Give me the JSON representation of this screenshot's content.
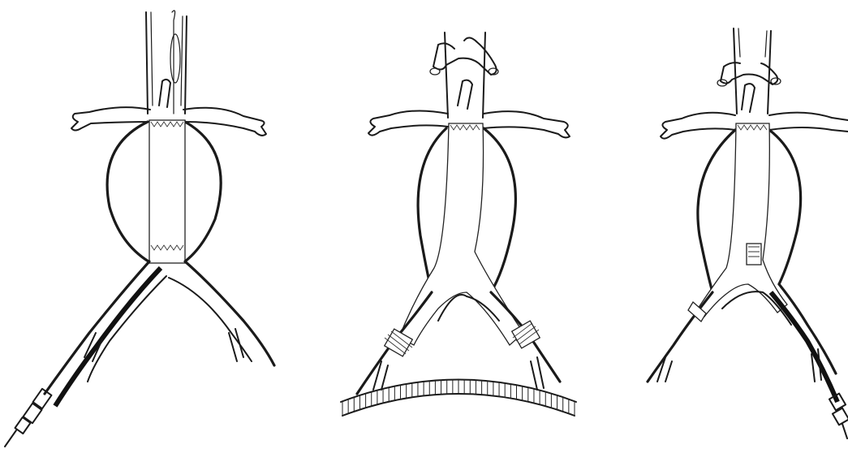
{
  "figure": {
    "panels": [
      {
        "id": "panel-1"
      },
      {
        "id": "panel-2"
      },
      {
        "id": "panel-3"
      }
    ]
  }
}
